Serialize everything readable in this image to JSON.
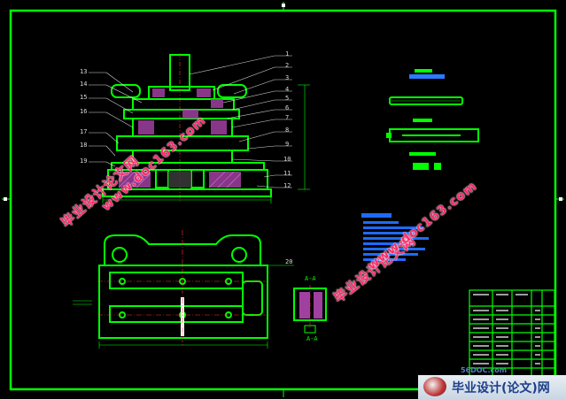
{
  "drawing": {
    "part_callouts_left": [
      "13",
      "14",
      "15",
      "16",
      "17",
      "18",
      "19"
    ],
    "part_callouts_right": [
      "1",
      "2",
      "3",
      "4",
      "5",
      "6",
      "7",
      "8",
      "9",
      "10",
      "11",
      "12"
    ],
    "section_callout": "20",
    "section_label": "A-A",
    "section_label_bottom": "A-A"
  },
  "watermarks": {
    "cn_text": "毕业设计论文网",
    "url_text": "www.doc163.com"
  },
  "footer": {
    "site_url": "56DOC.com",
    "brand": "毕业设计(论文)网"
  },
  "colors": {
    "background": "#000000",
    "drawing_green": "#00ff00",
    "watermark_red": "#ff2a6a",
    "hatch_magenta": "#c050c0",
    "dim_yellow": "#e6e600"
  }
}
